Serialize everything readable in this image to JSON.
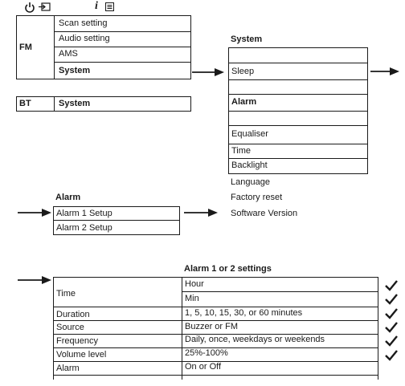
{
  "icons": {
    "power": "power-icon",
    "input": "input-icon",
    "info": "info-icon",
    "menu": "menu-icon"
  },
  "fm_menu": {
    "group_label": "FM",
    "items": [
      "Scan setting",
      "Audio setting",
      "AMS",
      "System"
    ]
  },
  "bt_menu": {
    "group_label": "BT",
    "item": "System"
  },
  "system_menu": {
    "title": "System",
    "items": [
      "",
      "Sleep",
      "",
      "Alarm",
      "",
      "Equaliser",
      "Time",
      "Backlight",
      "Language",
      "Factory reset",
      "Software Version"
    ]
  },
  "alarm_menu": {
    "title": "Alarm",
    "items": [
      "Alarm 1 Setup",
      "Alarm 2 Setup"
    ]
  },
  "alarm_settings": {
    "title": "Alarm 1 or 2 settings",
    "rows": [
      {
        "label": "Time",
        "values": [
          "Hour",
          "Min"
        ]
      },
      {
        "label": "Duration",
        "values": [
          "1, 5, 10, 15, 30, or 60 minutes"
        ]
      },
      {
        "label": "Source",
        "values": [
          "Buzzer or FM"
        ]
      },
      {
        "label": "Frequency",
        "values": [
          "Daily, once, weekdays or weekends"
        ]
      },
      {
        "label": "Volume level",
        "values": [
          "25%-100%"
        ]
      },
      {
        "label": "Alarm",
        "values": [
          "On or Off"
        ]
      }
    ]
  }
}
